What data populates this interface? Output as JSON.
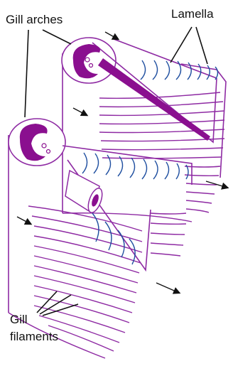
{
  "diagram": {
    "labels": {
      "gill_arches": "Gill arches",
      "lamella": "Lamella",
      "gill_filaments_line1": "Gill",
      "gill_filaments_line2": "filaments"
    },
    "colors": {
      "outline": "#8e2aa3",
      "arch_fill": "#8a0f8f",
      "lamella_blue": "#1f4fa0",
      "leader": "#111111",
      "background": "#ffffff"
    }
  }
}
